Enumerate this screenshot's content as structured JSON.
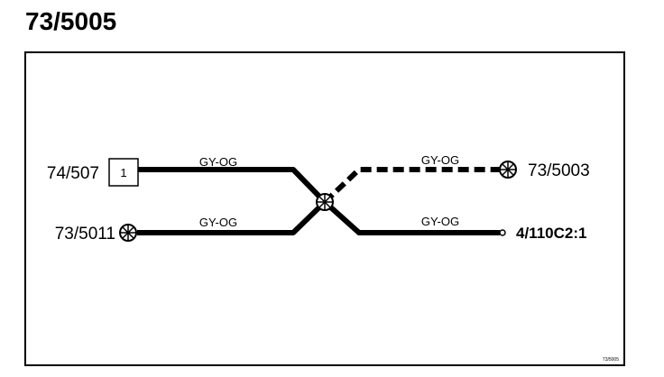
{
  "title": "73/5005",
  "footer_ref": "73/5005",
  "colors": {
    "line": "#000000",
    "background": "#ffffff"
  },
  "connectors": {
    "left_top": {
      "label": "74/507",
      "pin": "1",
      "symbol": "square-pin"
    },
    "left_bottom": {
      "label": "73/5011",
      "symbol": "crossed-circle"
    },
    "right_top": {
      "label": "73/5003",
      "symbol": "crossed-circle"
    },
    "right_bottom": {
      "label": "4/110C2:1",
      "symbol": "small-circle"
    }
  },
  "splice": {
    "symbol": "crossed-circle"
  },
  "wires": {
    "left_top": {
      "color_code": "GY-OG",
      "style": "solid"
    },
    "left_bottom": {
      "color_code": "GY-OG",
      "style": "solid"
    },
    "right_top": {
      "color_code": "GY-OG",
      "style": "dashed"
    },
    "right_bottom": {
      "color_code": "GY-OG",
      "style": "solid"
    }
  }
}
